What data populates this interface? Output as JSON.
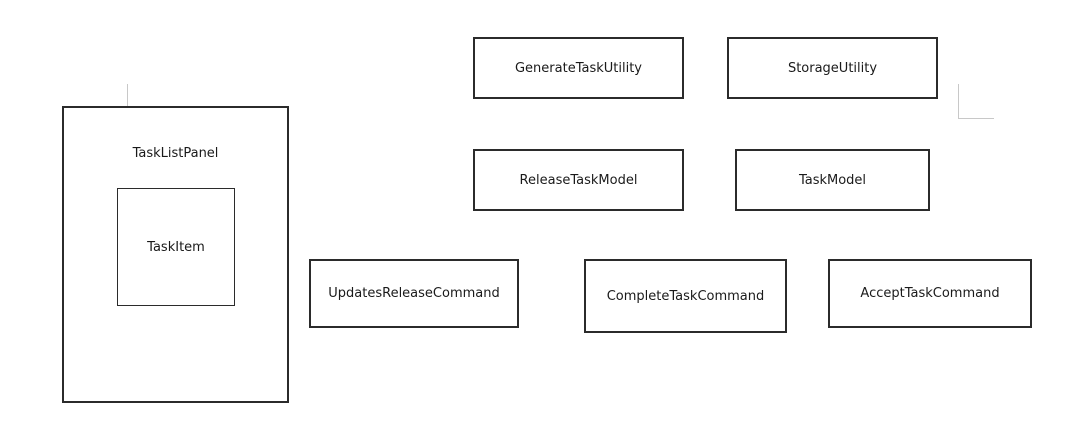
{
  "diagram": {
    "panel": {
      "label": "TaskListPanel",
      "child": {
        "label": "TaskItem"
      }
    },
    "boxes": {
      "generate_task_utility": "GenerateTaskUtility",
      "storage_utility": "StorageUtility",
      "release_task_model": "ReleaseTaskModel",
      "task_model": "TaskModel",
      "updates_release_command": "UpdatesReleaseCommand",
      "complete_task_command": "CompleteTaskCommand",
      "accept_task_command": "AcceptTaskCommand"
    }
  }
}
